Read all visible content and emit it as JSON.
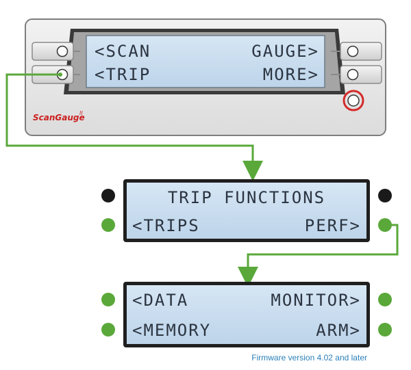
{
  "device": {
    "brand": "ScanGauge",
    "brand_superscript": "II",
    "screen": {
      "line1_left": "<SCAN",
      "line1_right": "GAUGE>",
      "line2_left": "<TRIP",
      "line2_right": "MORE>"
    }
  },
  "trip_screen": {
    "line1": "TRIP FUNCTIONS",
    "line2_left": "<TRIPS",
    "line2_right": "PERF>"
  },
  "perf_screen": {
    "line1_left": "<DATA",
    "line1_right": "MONITOR>",
    "line2_left": "<MEMORY",
    "line2_right": "ARM>"
  },
  "footer": {
    "firmware_note": "Firmware version 4.02 and later"
  },
  "colors": {
    "lcd_background": "#c8dcef",
    "lcd_text": "#2b3440",
    "arrow_green": "#5aa83a",
    "button_green": "#5aa83a",
    "button_black": "#1a1a1a",
    "highlight_red": "#d42a2a",
    "firmware_blue": "#2a7fb8"
  }
}
